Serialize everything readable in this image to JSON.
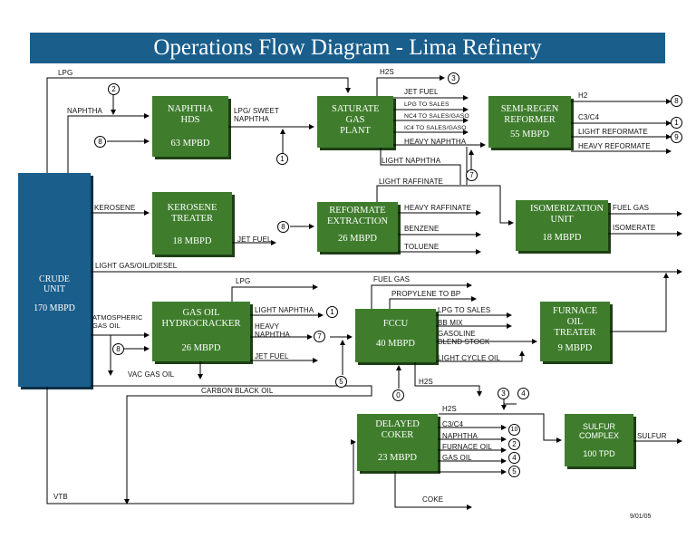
{
  "title": "Operations Flow Diagram - Lima Refinery",
  "date": "9/01/05",
  "crude": {
    "name": "CRUDE UNIT",
    "capacity": "170 MBPD"
  },
  "units": [
    {
      "id": "naphtha-hds",
      "name": "NAPHTHA HDS",
      "capacity": "63 MPBD"
    },
    {
      "id": "saturate-gas-plant",
      "name": "SATURATE GAS PLANT",
      "capacity": ""
    },
    {
      "id": "semi-regen-reformer",
      "name": "SEMI-REGEN REFORMER",
      "capacity": "55 MBPD"
    },
    {
      "id": "kerosene-treater",
      "name": "KEROSENE TREATER",
      "capacity": "18 MBPD"
    },
    {
      "id": "reformate-extraction",
      "name": "REFORMATE EXTRACTION",
      "capacity": "26 MBPD"
    },
    {
      "id": "isomerization-unit",
      "name": "ISOMERIZATION UNIT",
      "capacity": "18 MBPD"
    },
    {
      "id": "gas-oil-hydrocracker",
      "name": "GAS OIL HYDROCRACKER",
      "capacity": "26 MBPD"
    },
    {
      "id": "fccu",
      "name": "FCCU",
      "capacity": "40 MBPD"
    },
    {
      "id": "furnace-oil-treater",
      "name": "FURNACE OIL TREATER",
      "capacity": "9 MBPD"
    },
    {
      "id": "delayed-coker",
      "name": "DELAYED COKER",
      "capacity": "23 MBPD"
    },
    {
      "id": "sulfur-complex",
      "name": "SULFUR COMPLEX",
      "capacity": "100 TPD"
    }
  ],
  "labels": {
    "lpg": "LPG",
    "naphtha": "NAPHTHA",
    "lpg_sweet_naphtha": "LPG/ SWEET NAPHTHA",
    "h2s": "H2S",
    "jet_fuel": "JET FUEL",
    "lpg_to_sales": "LPG TO SALES",
    "nc4_to_sales": "NC4 TO SALES/GASO",
    "ic4_to_sales": "IC4 TO SALES/GASO",
    "heavy_naphtha": "HEAVY NAPHTHA",
    "light_naphtha": "LIGHT NAPHTHA",
    "h2": "H2",
    "c3c4": "C3/C4",
    "light_reformate": "LIGHT REFORMATE",
    "heavy_reformate": "HEAVY REFORMATE",
    "kerosene": "KEROSENE",
    "light_raffinate": "LIGHT RAFFINATE",
    "heavy_raffinate": "HEAVY RAFFINATE",
    "benzene": "BENZENE",
    "toluene": "TOLUENE",
    "fuel_gas": "FUEL GAS",
    "isomerate": "ISOMERATE",
    "light_gas_oil_diesel": "LIGHT GAS/OIL/DIESEL",
    "atmospheric_gas_oil": "ATMOSPHERIC GAS OIL",
    "heavy_naphtha_2": "HEAVY NAPHTHA",
    "vac_gas_oil": "VAC GAS OIL",
    "carbon_black_oil": "CARBON BLACK OIL",
    "propylene_to_bp": "PROPYLENE TO BP",
    "bb_mix": "BB MIX",
    "gasoline_blend_stock": "GASOLINE BLEND STOCK",
    "light_cycle_oil": "LIGHT CYCLE OIL",
    "furnace_oil": "FURNACE OIL",
    "gas_oil": "GAS OIL",
    "coke": "COKE",
    "sulfur": "SULFUR",
    "vtb": "VTB"
  },
  "circles": [
    "2",
    "8",
    "3",
    "8",
    "1",
    "1",
    "9",
    "7",
    "8",
    "1",
    "7",
    "8",
    "5",
    "0",
    "3",
    "4",
    "10",
    "2",
    "4",
    "5"
  ]
}
